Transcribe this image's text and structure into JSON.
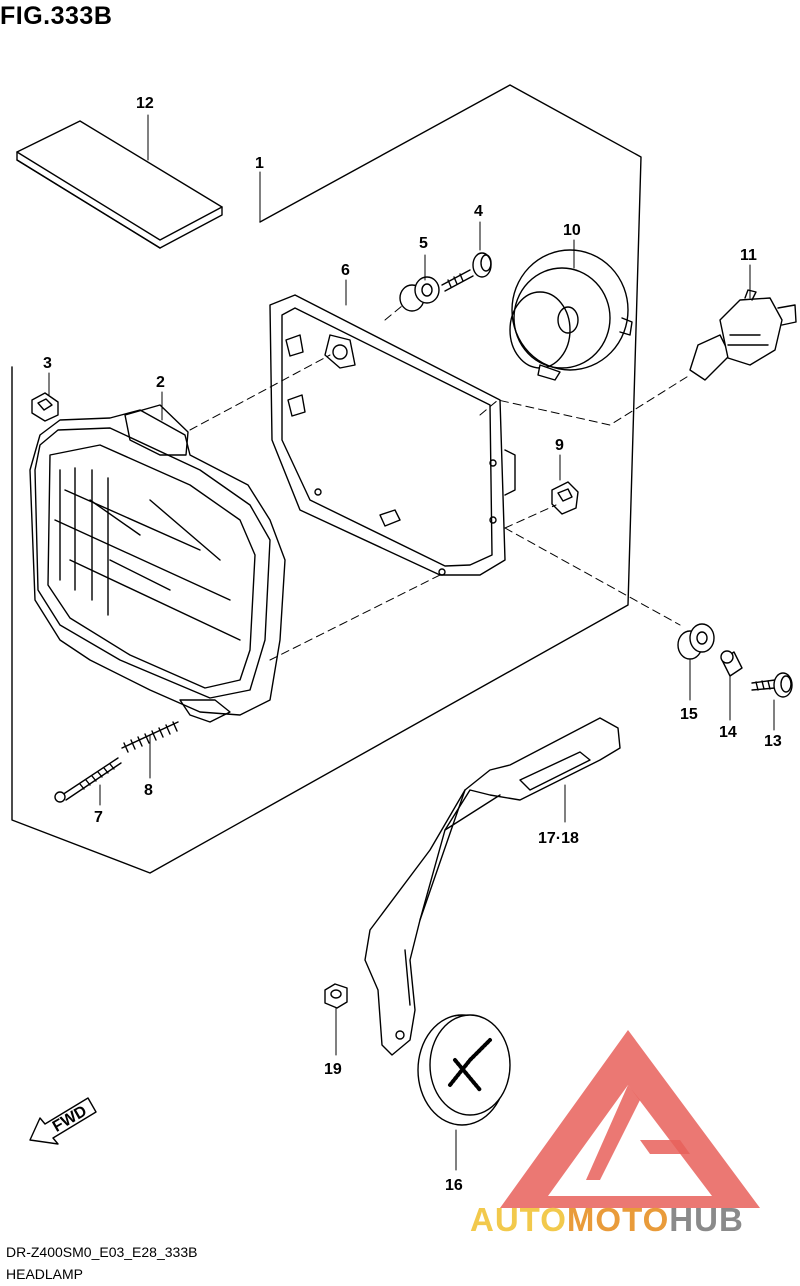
{
  "figure": {
    "title": "FIG.333B",
    "drawing_code": "DR-Z400SM0_E03_E28_333B",
    "section_name": "HEADLAMP"
  },
  "direction_marker": "FWD",
  "callouts": {
    "p1": "1",
    "p2": "2",
    "p3": "3",
    "p4": "4",
    "p5": "5",
    "p6": "6",
    "p7": "7",
    "p8": "8",
    "p9": "9",
    "p10": "10",
    "p11": "11",
    "p12": "12",
    "p13": "13",
    "p14": "14",
    "p15": "15",
    "p16": "16",
    "p17_18": "17·18",
    "p19": "19"
  },
  "watermark": {
    "part1": "AUTO",
    "part2": "MOTO",
    "part3": "HUB"
  },
  "colors": {
    "line": "#000000",
    "watermark_red": "#e8605a",
    "watermark_yellow": "#f2c94c",
    "watermark_orange": "#e99b3a",
    "watermark_gray": "#8a8a8a"
  }
}
